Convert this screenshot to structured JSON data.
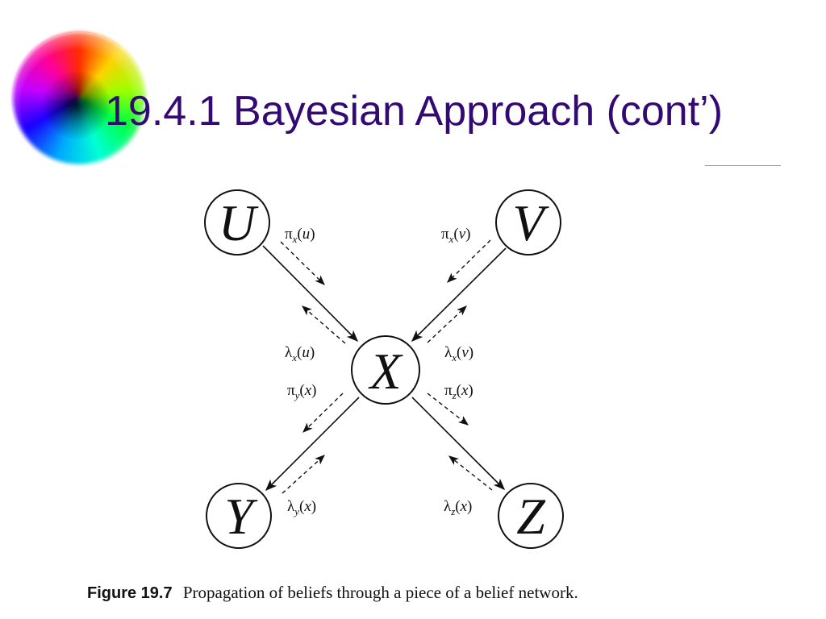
{
  "title": "19.4.1 Bayesian Approach (cont’)",
  "nodes": {
    "U": "U",
    "V": "V",
    "X": "X",
    "Y": "Y",
    "Z": "Z"
  },
  "messages": {
    "pi_x_u": {
      "symbol": "π",
      "sub": "x",
      "arg": "u"
    },
    "pi_x_v": {
      "symbol": "π",
      "sub": "x",
      "arg": "v"
    },
    "lambda_x_u": {
      "symbol": "λ",
      "sub": "x",
      "arg": "u"
    },
    "lambda_x_v": {
      "symbol": "λ",
      "sub": "x",
      "arg": "v"
    },
    "pi_y_x": {
      "symbol": "π",
      "sub": "y",
      "arg": "x"
    },
    "pi_z_x": {
      "symbol": "π",
      "sub": "z",
      "arg": "x"
    },
    "lambda_y_x": {
      "symbol": "λ",
      "sub": "y",
      "arg": "x"
    },
    "lambda_z_x": {
      "symbol": "λ",
      "sub": "z",
      "arg": "x"
    }
  },
  "caption": {
    "label": "Figure 19.7",
    "text": "Propagation of beliefs through a piece of a belief network."
  },
  "colors": {
    "title": "#330a73",
    "ink": "#111111"
  }
}
